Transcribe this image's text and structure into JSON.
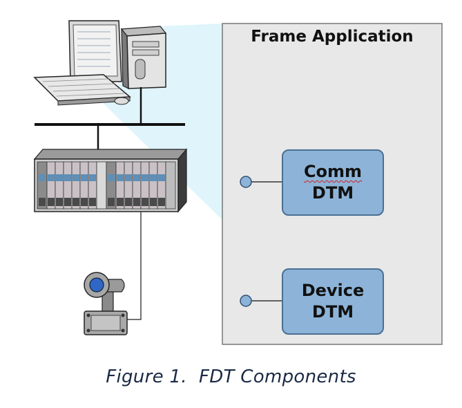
{
  "frame_application": {
    "title": "Frame Application"
  },
  "comm_dtm": {
    "line1": "Comm",
    "line2": "DTM"
  },
  "device_dtm": {
    "line1": "Device",
    "line2": "DTM"
  },
  "caption": "Figure 1.  FDT Components",
  "colors": {
    "frame_fill": "#e8e8e8",
    "frame_border": "#777777",
    "dtm_fill": "#8db4d8",
    "dtm_border": "#4a6f93",
    "connector_dot": "#8db4d8",
    "light_beam": "#dff4fb",
    "caption_text": "#1a2a44"
  },
  "icons": [
    "desktop-computer-icon",
    "control-system-rack-icon",
    "field-transmitter-icon"
  ]
}
